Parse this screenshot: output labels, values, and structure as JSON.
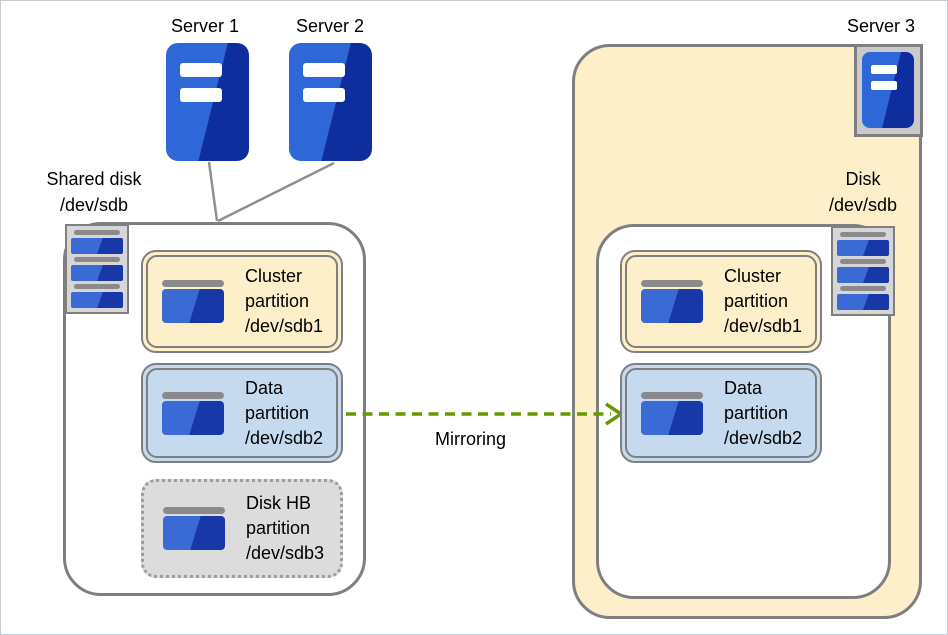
{
  "servers": {
    "server1": {
      "label": "Server 1"
    },
    "server2": {
      "label": "Server 2"
    },
    "server3": {
      "label": "Server 3"
    }
  },
  "shared_disk": {
    "label_line1": "Shared disk",
    "label_line2": "/dev/sdb",
    "partitions": [
      {
        "name": "cluster-partition",
        "lines": [
          "Cluster",
          "partition",
          "/dev/sdb1"
        ],
        "fill": "#FCEFC9",
        "border": "solid"
      },
      {
        "name": "data-partition",
        "lines": [
          "Data",
          "partition",
          "/dev/sdb2"
        ],
        "fill": "#C5DAEF",
        "border": "solid"
      },
      {
        "name": "disk-hb-partition",
        "lines": [
          "Disk HB",
          "partition",
          "/dev/sdb3"
        ],
        "fill": "#DCDCDC",
        "border": "dotted"
      }
    ]
  },
  "mirror_disk": {
    "label_line1": "Disk",
    "label_line2": "/dev/sdb",
    "partitions": [
      {
        "name": "cluster-partition",
        "lines": [
          "Cluster",
          "partition",
          "/dev/sdb1"
        ],
        "fill": "#FCEFC9",
        "border": "solid"
      },
      {
        "name": "data-partition",
        "lines": [
          "Data",
          "partition",
          "/dev/sdb2"
        ],
        "fill": "#C5DAEF",
        "border": "solid"
      }
    ]
  },
  "mirroring": {
    "label": "Mirroring",
    "arrow_color": "#669900"
  },
  "colors": {
    "container_border": "#7f7f7f",
    "server_blue_light": "#2E68D8",
    "server_blue_dark": "#0F2E9E",
    "partition_blue_light": "#3A6BD4",
    "partition_blue_dark": "#1838A8",
    "tan_fill": "#FCEFC9",
    "data_blue_fill": "#C5DAEF",
    "disk_hb_fill": "#DCDCDC",
    "mirror_green": "#669900"
  }
}
